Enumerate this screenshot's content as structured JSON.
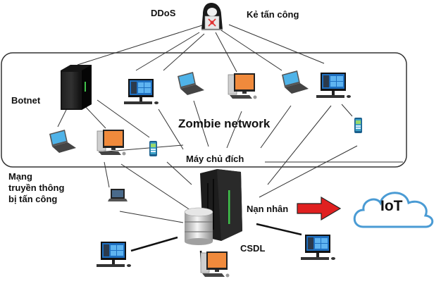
{
  "title": "DDoS botnet attack diagram",
  "labels": {
    "ddos": "DDoS",
    "attacker": "Kẻ tấn công",
    "botnet": "Botnet",
    "zombie_network": "Zombie network",
    "target_server": "Máy chủ đích",
    "attacked_network_line1": "Mạng",
    "attacked_network_line2": "truyền thông",
    "attacked_network_line3": "bị tấn công",
    "victim": "Nạn nhân",
    "database": "CSDL",
    "iot": "IoT"
  },
  "colors": {
    "line": "#333333",
    "box_border": "#333333",
    "arrow_fill": "#e02020",
    "arrow_stroke": "#222222",
    "cloud_stroke": "#4a9bd4",
    "hacker_accent": "#e03030",
    "laptop_screen": "#4fb3e8",
    "desktop_orange": "#f08a3c",
    "win_screen": "#1e6fc0",
    "server_dark": "#1a1a1a",
    "server_led": "#3fc24a"
  },
  "icons": {
    "attacker": "hacker-icon",
    "botnet": "tower-server-icon",
    "target": "rack-server-icon",
    "database": "database-icon",
    "iot": "cloud-icon",
    "arrow": "arrow-right-icon"
  }
}
